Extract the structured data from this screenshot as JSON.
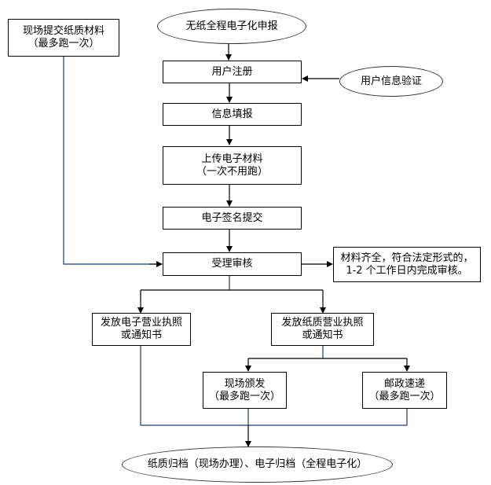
{
  "diagram": {
    "type": "flowchart",
    "title": "无纸全程电子化申报",
    "nodes": {
      "start": {
        "lines": [
          "无纸全程电子化申报"
        ]
      },
      "onsite_paper": {
        "lines": [
          "现场提交纸质材料",
          "（最多跑一次）"
        ]
      },
      "register": {
        "lines": [
          "用户注册"
        ]
      },
      "verify": {
        "lines": [
          "用户信息验证"
        ]
      },
      "fill_info": {
        "lines": [
          "信息填报"
        ]
      },
      "upload": {
        "lines": [
          "上传电子材料",
          "（一次不用跑）"
        ]
      },
      "esign": {
        "lines": [
          "电子签名提交"
        ]
      },
      "review": {
        "lines": [
          "受理审核"
        ]
      },
      "review_note": {
        "lines": [
          "材料齐全，符合法定形式的，",
          "1-2 个工作日内完成审核。"
        ]
      },
      "e_license": {
        "lines": [
          "发放电子营业执照",
          "或通知书"
        ]
      },
      "paper_license": {
        "lines": [
          "发放纸质营业执照",
          "或通知书"
        ]
      },
      "onsite_issue": {
        "lines": [
          "现场颁发",
          "（最多跑一次）"
        ]
      },
      "postal": {
        "lines": [
          "邮政速递",
          "（最多跑一次）"
        ]
      },
      "archive": {
        "lines": [
          "纸质归档（现场办理）、电子归档（全程电子化）"
        ]
      }
    },
    "edges": [
      {
        "from": "start",
        "to": "register"
      },
      {
        "from": "verify",
        "to": "register"
      },
      {
        "from": "register",
        "to": "fill_info"
      },
      {
        "from": "fill_info",
        "to": "upload"
      },
      {
        "from": "upload",
        "to": "esign"
      },
      {
        "from": "esign",
        "to": "review"
      },
      {
        "from": "onsite_paper",
        "to": "review"
      },
      {
        "from": "review",
        "to": "review_note"
      },
      {
        "from": "review",
        "to": "e_license"
      },
      {
        "from": "review",
        "to": "paper_license"
      },
      {
        "from": "paper_license",
        "to": "onsite_issue"
      },
      {
        "from": "paper_license",
        "to": "postal"
      },
      {
        "from": "e_license",
        "to": "archive"
      },
      {
        "from": "onsite_issue",
        "to": "archive"
      },
      {
        "from": "postal",
        "to": "archive"
      }
    ],
    "colors": {
      "line": "#000000",
      "connector_blue": "#1f3a6e",
      "border": "#000000"
    }
  }
}
